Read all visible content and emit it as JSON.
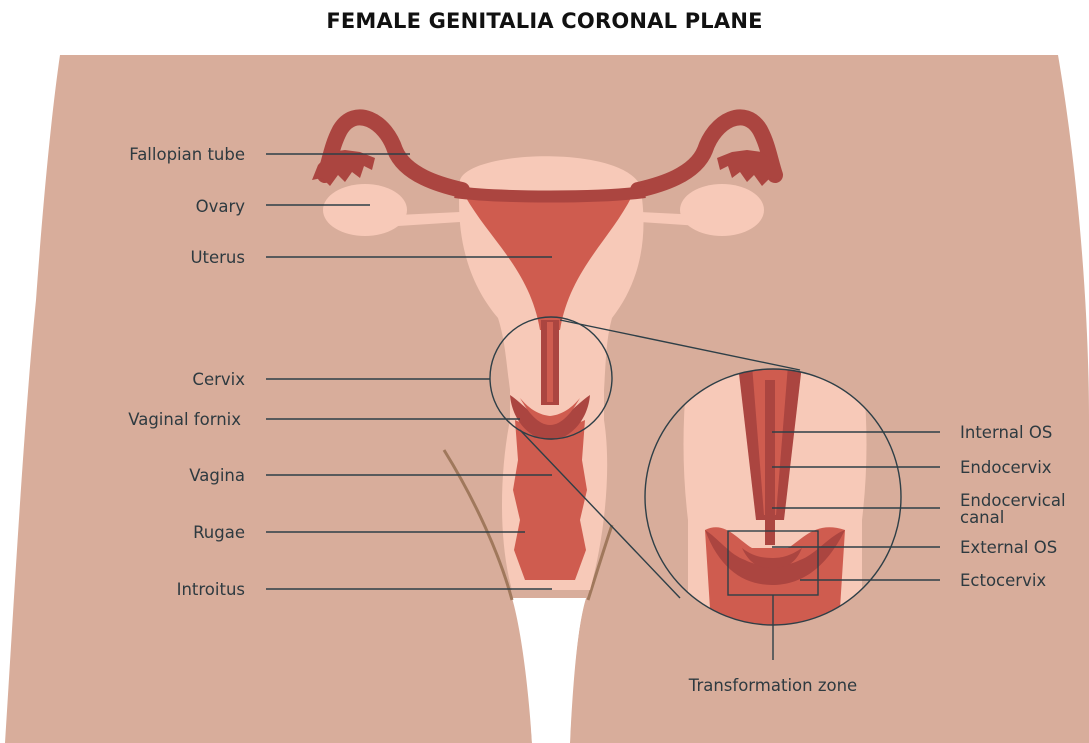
{
  "title": "FEMALE GENITALIA CORONAL PLANE",
  "labels_left": {
    "fallopian_tube": "Fallopian tube",
    "ovary": "Ovary",
    "uterus": "Uterus",
    "cervix": "Cervix",
    "vaginal_fornix": "Vaginal fornix",
    "vagina": "Vagina",
    "rugae": "Rugae",
    "introitus": "Introitus"
  },
  "labels_right": {
    "internal_os": "Internal OS",
    "endocervix": "Endocervix",
    "endocervical_canal_1": "Endocervical",
    "endocervical_canal_2": "canal",
    "external_os": "External OS",
    "ectocervix": "Ectocervix"
  },
  "labels_bottom": {
    "transformation_zone": "Transformation zone"
  },
  "colors": {
    "skin": "#d8ad9b",
    "light_tissue": "#f7c9b8",
    "uterus_red": "#cf5c4f",
    "tube_dark": "#ab4540",
    "outline": "#2e3f47",
    "hair": "#a0785c"
  }
}
